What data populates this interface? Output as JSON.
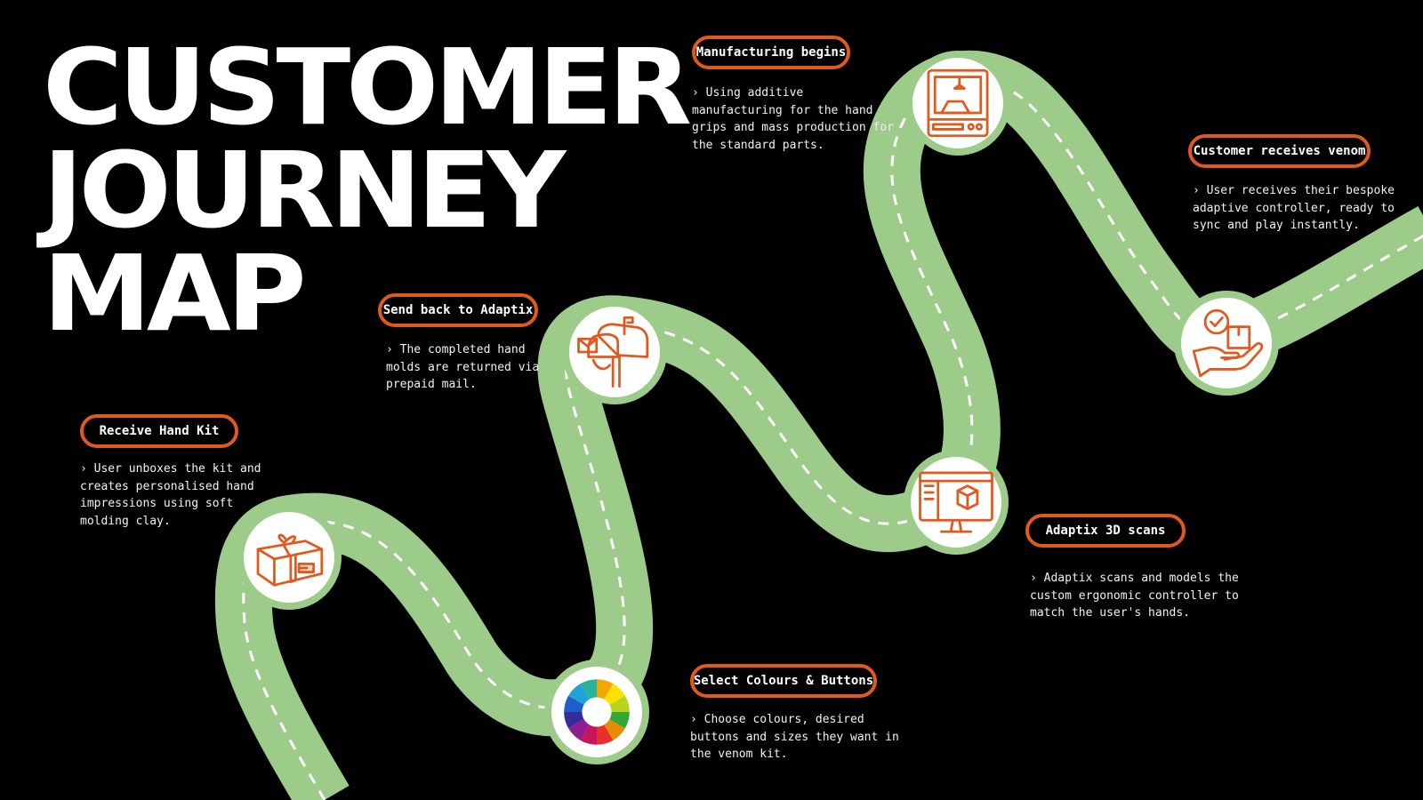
{
  "title": {
    "line1": "CUSTOMER",
    "line2": "JOURNEY",
    "line3": "MAP"
  },
  "colors": {
    "background": "#000000",
    "road": "#9CCB8A",
    "road_dash": "#FFFFFF",
    "accent": "#E0591E",
    "node_fill": "#FFFFFF"
  },
  "steps": [
    {
      "label": "Receive Hand Kit",
      "description": "› User unboxes the kit and creates personalised hand impressions using soft molding clay.",
      "icon": "package-icon"
    },
    {
      "label": "Select Colours & Buttons",
      "description": "› Choose colours, desired buttons and sizes they want in the venom kit.",
      "icon": "color-wheel-icon"
    },
    {
      "label": "Send back to Adaptix",
      "description": "› The completed hand molds are returned via prepaid mail.",
      "icon": "mailbox-icon"
    },
    {
      "label": "Manufacturing begins",
      "description": "› Using additive manufacturing for the hand grips and mass production for the standard parts.",
      "icon": "3d-printer-icon"
    },
    {
      "label": "Adaptix 3D scans",
      "description": "› Adaptix scans and models the custom ergonomic controller to match the user's hands.",
      "icon": "3d-scan-monitor-icon"
    },
    {
      "label": "Customer receives venom",
      "description": "› User receives their bespoke adaptive controller, ready to sync and play instantly.",
      "icon": "hand-package-icon"
    }
  ]
}
